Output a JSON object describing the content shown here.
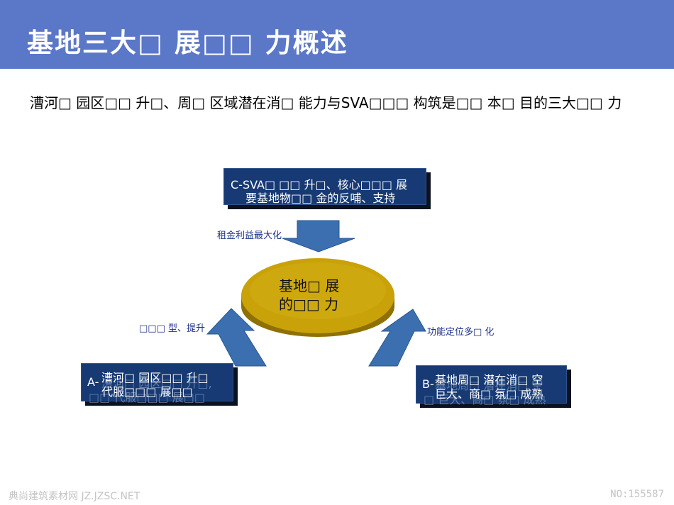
{
  "header": {
    "title": "基地三大□ 展□□ 力概述"
  },
  "intro": {
    "text": "漕河□ 园区□□ 升□、周□ 区域潜在消□ 能力与SVA□□□ 构筑是□□ 本□ 目的三大□□ 力"
  },
  "diagram": {
    "center": {
      "line1": "基地□ 展",
      "line2": "的□□ 力"
    },
    "top_box": {
      "line1": "C-SVA□ □□ 升□、核心□□□ 展",
      "line2": "要基地物□□ 金的反哺、支持"
    },
    "left_box": {
      "prefix": "A-",
      "line1": "漕河□ 园区□□ 升□",
      "line2": "代服□□□ 展□□",
      "ghost1": "漕河□ 园区□□ 升□,",
      "ghost2": "□□ 代服□□□ 展□□"
    },
    "right_box": {
      "prefix": "B-",
      "line1": "基地周□ 潜在消□ 空",
      "line2": "巨大、商□ 氛□ 成熟",
      "ghost1": "基地周□ 潜在消□ 空",
      "ghost2": "□ 巨大、商□ 氛□ 成熟"
    },
    "arrow_labels": {
      "top": "租金利益最大化",
      "left": "□□□ 型、提升",
      "right": "功能定位多□ 化"
    },
    "colors": {
      "box_fill": "#173a74",
      "arrow_fill": "#3b6fb0",
      "center_fill": "#c9a20a",
      "center_side": "#8e7005"
    }
  },
  "footer": {
    "left": "典尚建筑素材网 JZ.JZSC.NET",
    "right": "NO:155587"
  }
}
